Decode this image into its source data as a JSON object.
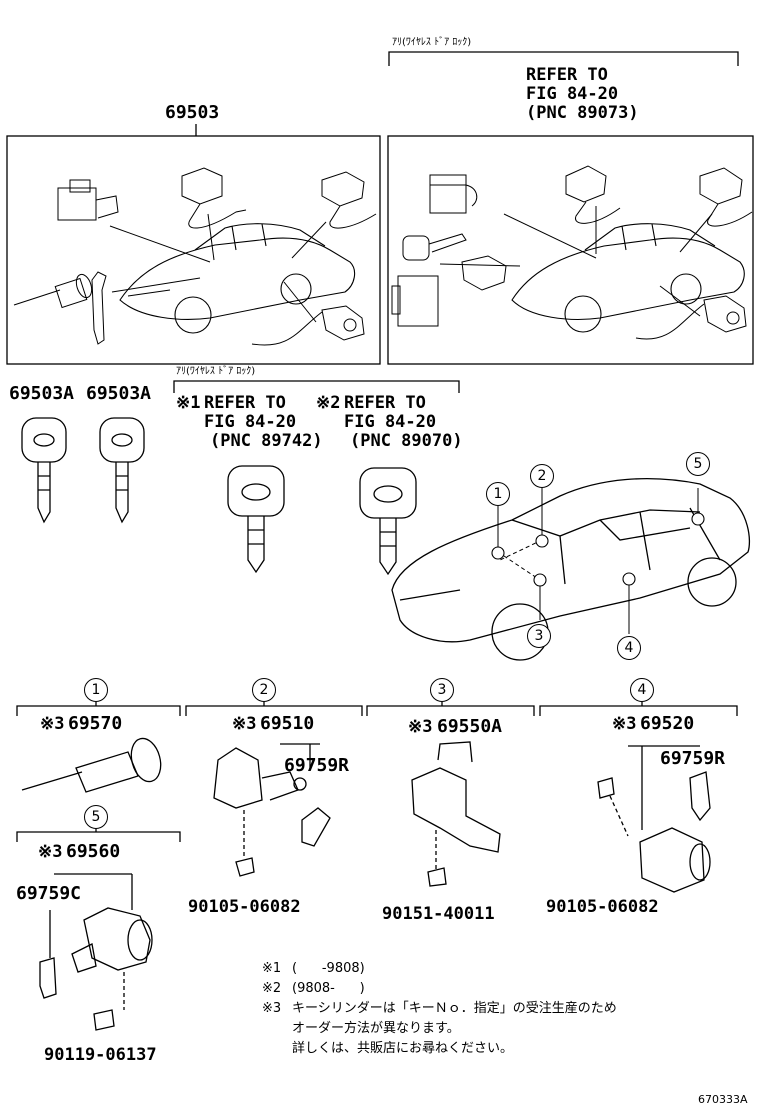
{
  "header": {
    "wireless_note": "ｱﾘ(ﾜｲﾔﾚｽ ﾄﾞｱ ﾛｯｸ)",
    "refer_line1": "REFER TO",
    "refer_line2": "FIG 84-20",
    "refer_line3": "(PNC 89073)"
  },
  "top_set_part": "69503",
  "keys": {
    "left_part_a": "69503A",
    "left_part_b": "69503A",
    "wireless_note": "ｱﾘ(ﾜｲﾔﾚｽ ﾄﾞｱ ﾛｯｸ)",
    "ref1_mark": "※1",
    "ref1_line1": "REFER TO",
    "ref1_line2": "FIG 84-20",
    "ref1_line3": "(PNC 89742)",
    "ref2_mark": "※2",
    "ref2_line1": "REFER TO",
    "ref2_line2": "FIG 84-20",
    "ref2_line3": "(PNC 89070)"
  },
  "car_callouts": [
    "1",
    "2",
    "3",
    "4",
    "5"
  ],
  "sections": {
    "s1": {
      "callout": "1",
      "mark": "※3",
      "part": "69570"
    },
    "s2": {
      "callout": "2",
      "mark": "※3",
      "part": "69510",
      "sub": "69759R",
      "bolt": "90105-06082"
    },
    "s3": {
      "callout": "3",
      "mark": "※3",
      "part": "69550A",
      "bolt": "90151-40011"
    },
    "s4": {
      "callout": "4",
      "mark": "※3",
      "part": "69520",
      "sub": "69759R",
      "bolt": "90105-06082"
    },
    "s5": {
      "callout": "5",
      "mark": "※3",
      "part": "69560",
      "sub": "69759C",
      "bolt": "90119-06137"
    }
  },
  "footnotes": {
    "n1_mark": "※1",
    "n1_text": "(      -9808)",
    "n2_mark": "※2",
    "n2_text": "(9808-      )",
    "n3_mark": "※3",
    "n3_line1": "キーシリンダーは「キーＮｏ．指定」の受注生産のため",
    "n3_line2": "オーダー方法が異なります。",
    "n3_line3": "詳しくは、共販店にお尋ねください。"
  },
  "figure_id": "670333A"
}
